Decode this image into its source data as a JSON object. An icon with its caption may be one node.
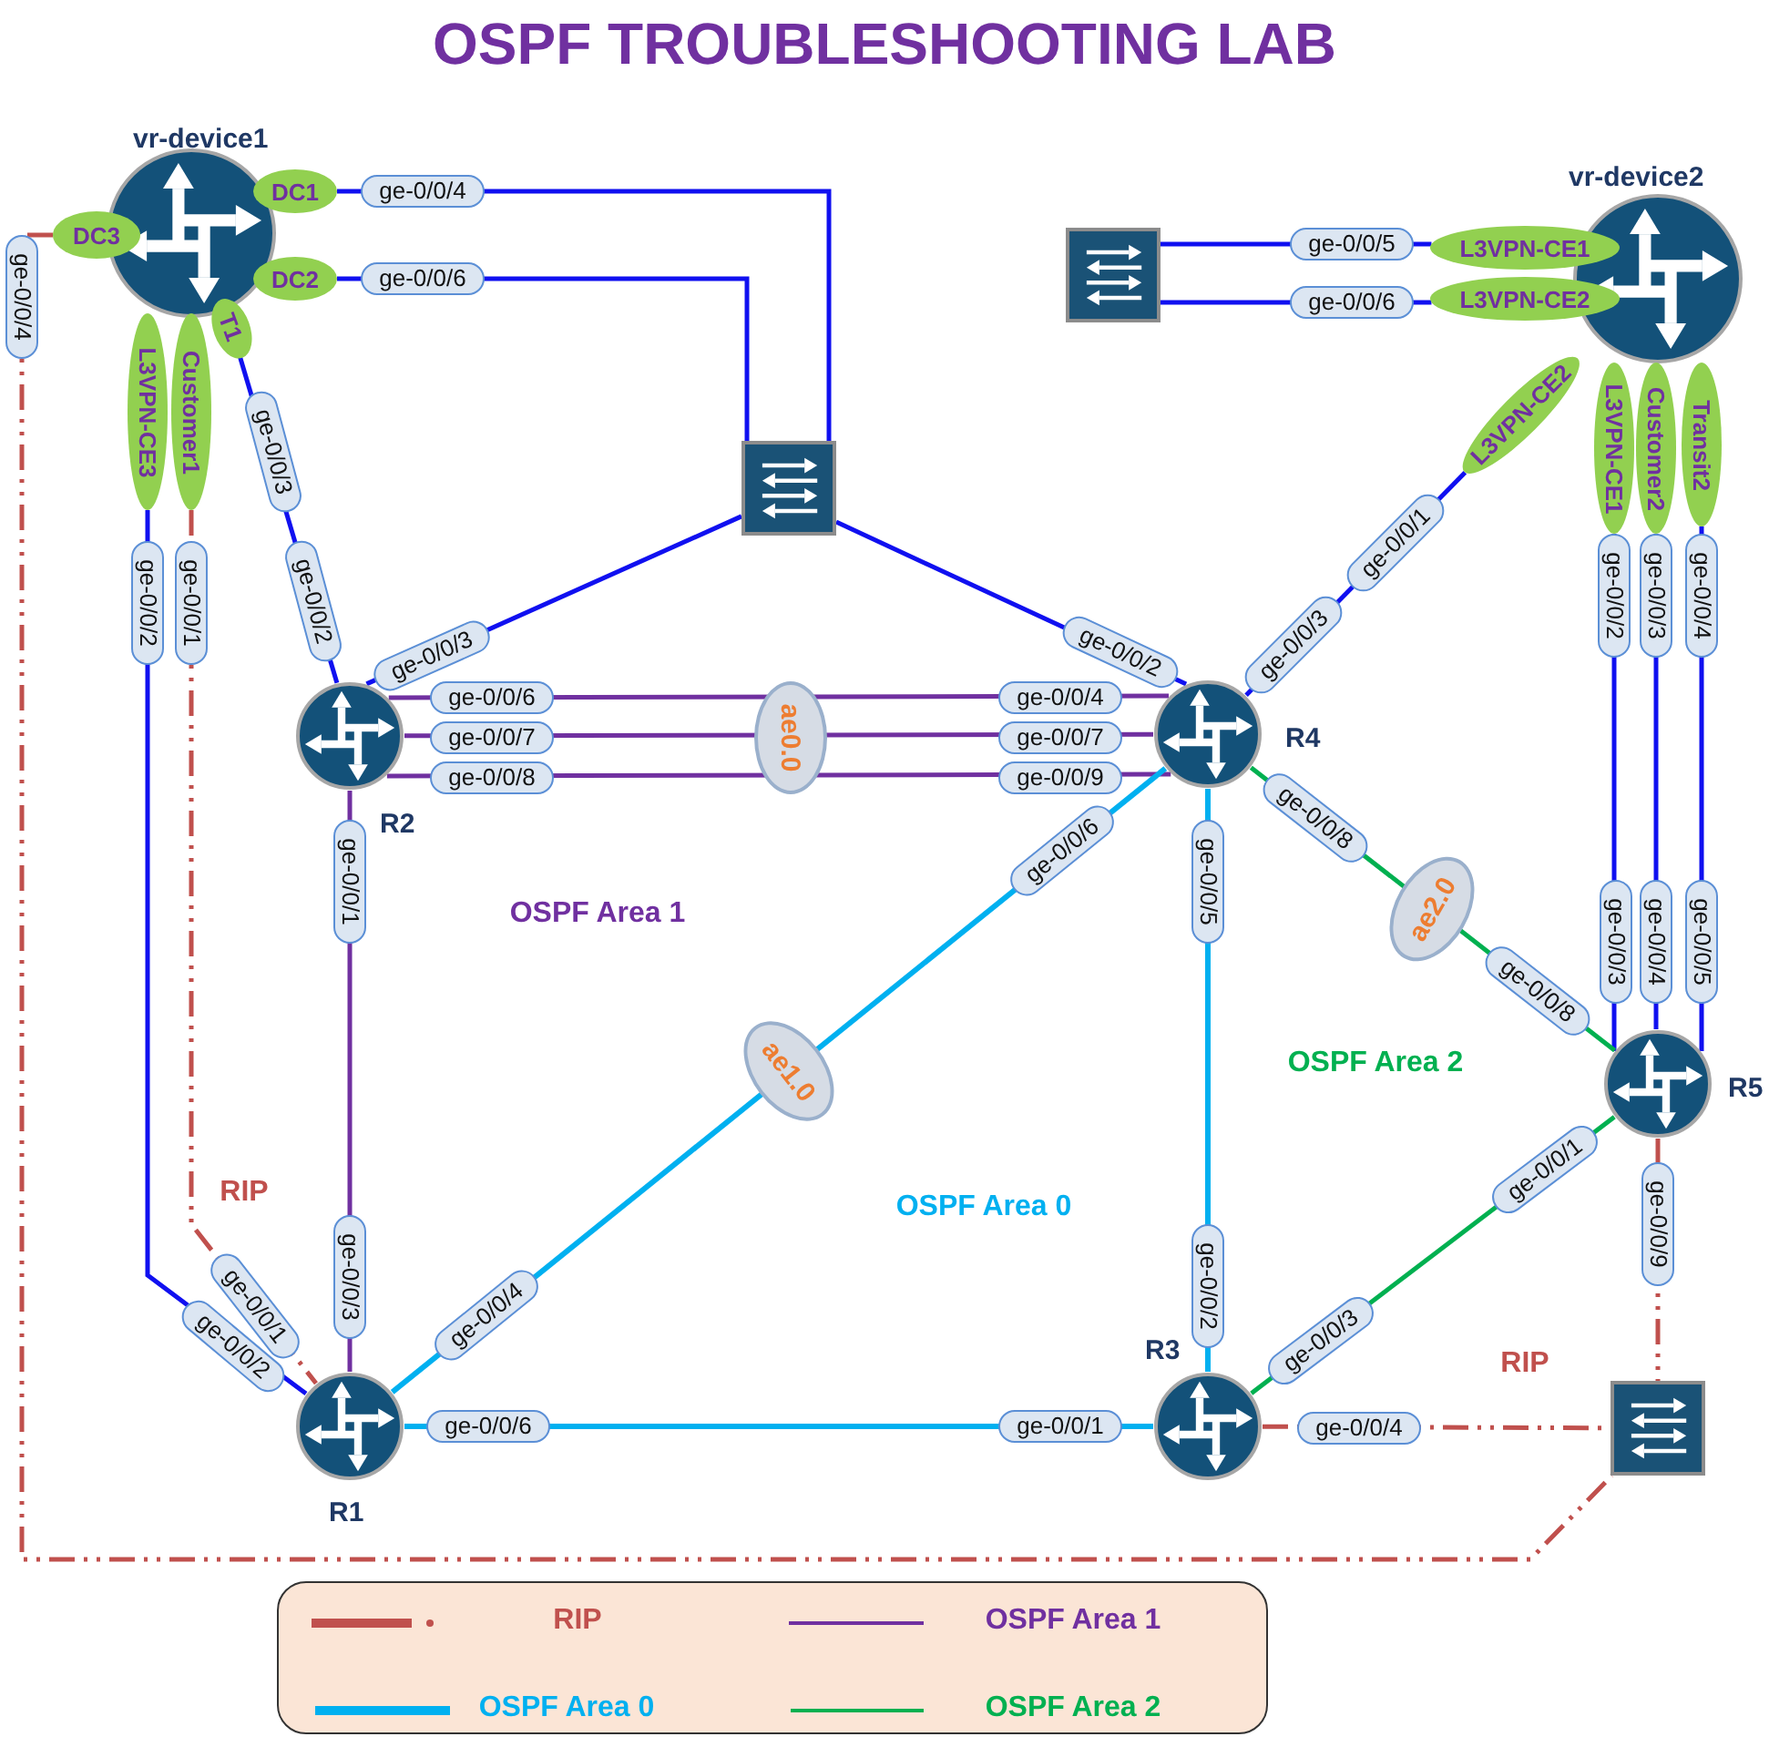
{
  "diagram": {
    "title": "OSPF TROUBLESHOOTING LAB",
    "nodes": [
      {
        "text": [
          "vr-device1"
        ]
      },
      {
        "text": [
          "DC1"
        ],
        "beside": [
          "ge-0/0/4"
        ]
      },
      {
        "text": [
          "DC3"
        ],
        "beside": [
          "ge-0/0/4"
        ]
      },
      {
        "text": [
          "DC2"
        ],
        "beside": [
          "ge-0/0/6"
        ]
      },
      {
        "text": [
          "T1"
        ],
        "beside": [
          "ge-0/0/3"
        ]
      },
      {
        "text": [
          "L3VPN-CE3"
        ],
        "beside": [
          "ge-0/0/2"
        ]
      },
      {
        "text": [
          "Customer1"
        ],
        "beside": [
          "ge-0/0/1"
        ]
      },
      {
        "text": [
          "vr-device2"
        ]
      },
      {
        "text": [],
        "shape": "switch"
      },
      {
        "text": [
          "L3VPN-CE1"
        ],
        "beside": [
          "ge-0/0/5"
        ]
      },
      {
        "text": [
          "L3VPN-CE2"
        ],
        "beside": [
          "ge-0/0/6"
        ]
      },
      {
        "text": [
          "L3VPN-CE2"
        ],
        "beside": [
          "ge-0/0/1"
        ]
      },
      {
        "text": [
          "L3VPN-CE1"
        ],
        "beside": [
          "ge-0/0/2"
        ]
      },
      {
        "text": [
          "Customer2"
        ],
        "beside": [
          "ge-0/0/3"
        ]
      },
      {
        "text": [
          "Transit2"
        ],
        "beside": [
          "ge-0/0/4"
        ]
      },
      {
        "text": [],
        "shape": "switch"
      },
      {
        "text": [
          "R2"
        ],
        "beside": [
          "ge-0/0/2",
          "ge-0/0/3",
          "ge-0/0/6",
          "ge-0/0/7",
          "ge-0/0/8",
          "ge-0/0/1"
        ]
      },
      {
        "text": [
          "R4"
        ],
        "beside": [
          "ge-0/0/2",
          "ge-0/0/3",
          "ge-0/0/4",
          "ge-0/0/7",
          "ge-0/0/9",
          "ge-0/0/6",
          "ge-0/0/5",
          "ge-0/0/8"
        ]
      },
      {
        "text": [
          "R5"
        ],
        "beside": [
          "ge-0/0/3",
          "ge-0/0/4",
          "ge-0/0/5",
          "ge-0/0/8",
          "ge-0/0/1",
          "ge-0/0/9"
        ]
      },
      {
        "text": [
          "R3"
        ],
        "beside": [
          "ge-0/0/2",
          "ge-0/0/3",
          "ge-0/0/1",
          "ge-0/0/4"
        ]
      },
      {
        "text": [
          "R1"
        ],
        "beside": [
          "ge-0/0/3",
          "ge-0/0/1",
          "ge-0/0/4",
          "ge-0/0/2",
          "ge-0/0/6"
        ]
      },
      {
        "text": [],
        "shape": "switch"
      }
    ],
    "edges": [
      {
        "from": 1,
        "to": 15,
        "arrow": "none"
      },
      {
        "from": 3,
        "to": 15,
        "arrow": "none"
      },
      {
        "from": 4,
        "to": 16,
        "arrow": "none"
      },
      {
        "from": 5,
        "to": 20,
        "arrow": "none"
      },
      {
        "from": 6,
        "to": 20,
        "arrow": "none",
        "style": "dashed",
        "color": "#c0504d"
      },
      {
        "from": 2,
        "to": 21,
        "arrow": "none",
        "style": "dashed",
        "color": "#c0504d"
      },
      {
        "from": 8,
        "to": 9,
        "arrow": "none"
      },
      {
        "from": 8,
        "to": 10,
        "arrow": "none"
      },
      {
        "from": 11,
        "to": 17,
        "arrow": "none"
      },
      {
        "from": 12,
        "to": 18,
        "arrow": "none"
      },
      {
        "from": 13,
        "to": 18,
        "arrow": "none"
      },
      {
        "from": 14,
        "to": 18,
        "arrow": "none"
      },
      {
        "from": 15,
        "to": 16,
        "arrow": "none"
      },
      {
        "from": 15,
        "to": 17,
        "arrow": "none"
      },
      {
        "from": 16,
        "to": 17,
        "arrow": "none",
        "color": "#7030a0"
      },
      {
        "from": 16,
        "to": 17,
        "arrow": "none",
        "label": "ae0.0",
        "color": "#7030a0"
      },
      {
        "from": 16,
        "to": 17,
        "arrow": "none",
        "color": "#7030a0"
      },
      {
        "from": 16,
        "to": 20,
        "arrow": "none",
        "color": "#7030a0"
      },
      {
        "from": 20,
        "to": 17,
        "arrow": "none",
        "label": "ae1.0",
        "color": "#00b0f0"
      },
      {
        "from": 17,
        "to": 19,
        "arrow": "none",
        "color": "#00b0f0"
      },
      {
        "from": 20,
        "to": 19,
        "arrow": "none",
        "color": "#00b0f0"
      },
      {
        "from": 17,
        "to": 18,
        "arrow": "none",
        "label": "ae2.0",
        "color": "#00b050"
      },
      {
        "from": 18,
        "to": 19,
        "arrow": "none",
        "color": "#00b050"
      },
      {
        "from": 19,
        "to": 21,
        "arrow": "none",
        "style": "dashed",
        "color": "#c0504d"
      },
      {
        "from": 18,
        "to": 21,
        "arrow": "none",
        "style": "dashed",
        "color": "#c0504d"
      }
    ],
    "labels": [
      "OSPF Area 1",
      "OSPF Area 2",
      "RIP",
      "OSPF Area 0",
      "RIP"
    ],
    "legend": [
      {
        "text": "RIP"
      },
      {
        "text": "OSPF Area 1"
      },
      {
        "text": "OSPF Area 0"
      },
      {
        "text": "OSPF Area 2"
      }
    ]
  }
}
